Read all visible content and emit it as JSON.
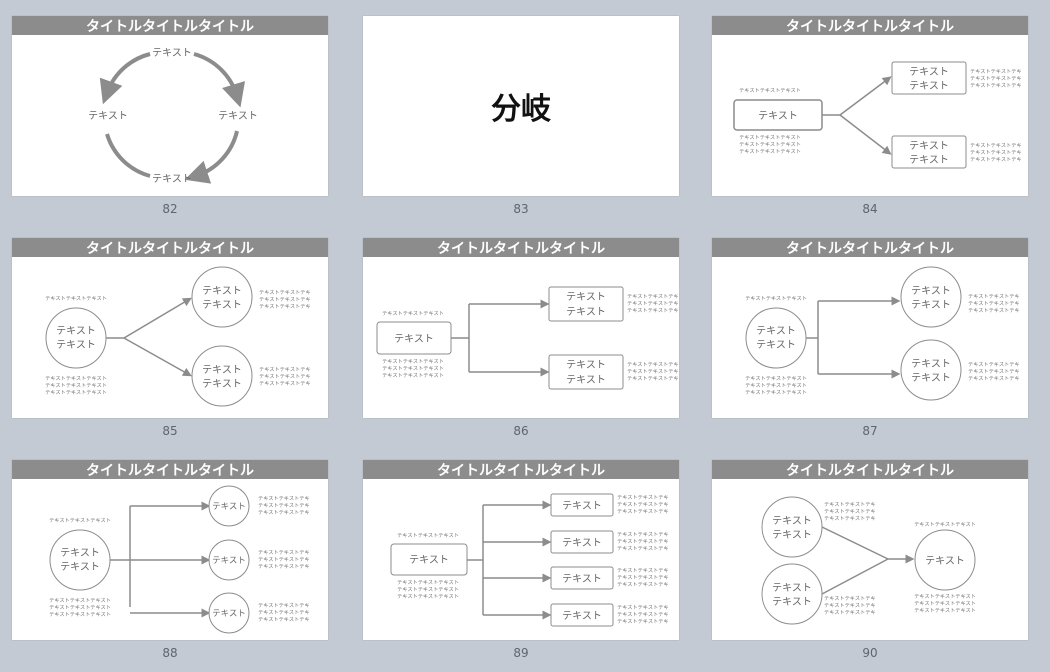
{
  "accent_color": "#8c8c8c",
  "background_color": "#c4cad3",
  "slide_title": "タイトルタイトルタイトル",
  "text": "テキスト",
  "text_long": "テキストテキストテキスト",
  "text_short": "テキストテキストテキ",
  "section_heading": "分岐",
  "slides": [
    {
      "number": "82"
    },
    {
      "number": "83"
    },
    {
      "number": "84"
    },
    {
      "number": "85"
    },
    {
      "number": "86"
    },
    {
      "number": "87"
    },
    {
      "number": "88"
    },
    {
      "number": "89"
    },
    {
      "number": "90"
    }
  ]
}
